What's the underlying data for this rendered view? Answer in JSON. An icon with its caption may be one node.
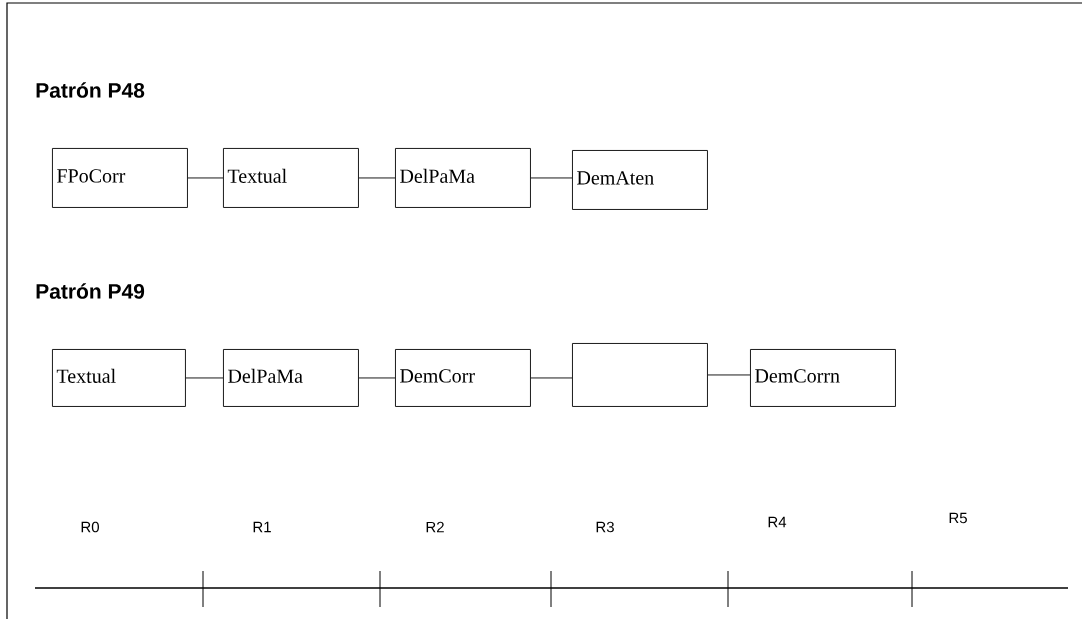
{
  "diagram": {
    "nodes": [
      {
        "text": [
          "FPoCorr"
        ]
      },
      {
        "text": [
          "Textual"
        ]
      },
      {
        "text": [
          "DelPaMa"
        ]
      },
      {
        "text": [
          "DemAten"
        ]
      },
      {
        "text": [
          "Textual"
        ]
      },
      {
        "text": [
          "DelPaMa"
        ]
      },
      {
        "text": [
          "DemCorr"
        ]
      },
      {
        "text": [],
        "shape": "box"
      },
      {
        "text": [
          "DemCorrn"
        ]
      }
    ],
    "edges": [
      {
        "from": 0,
        "to": 1,
        "arrow": "none"
      },
      {
        "from": 1,
        "to": 2,
        "arrow": "none"
      },
      {
        "from": 2,
        "to": 3,
        "arrow": "none"
      },
      {
        "from": 4,
        "to": 5,
        "arrow": "none"
      },
      {
        "from": 5,
        "to": 6,
        "arrow": "none"
      },
      {
        "from": 6,
        "to": 7,
        "arrow": "none"
      },
      {
        "from": 7,
        "to": 8,
        "arrow": "none"
      }
    ],
    "labels": [
      "Patrón  P48",
      "Patrón  P49",
      "R0",
      "R1",
      "R2",
      "R3",
      "R4",
      "R5"
    ]
  }
}
